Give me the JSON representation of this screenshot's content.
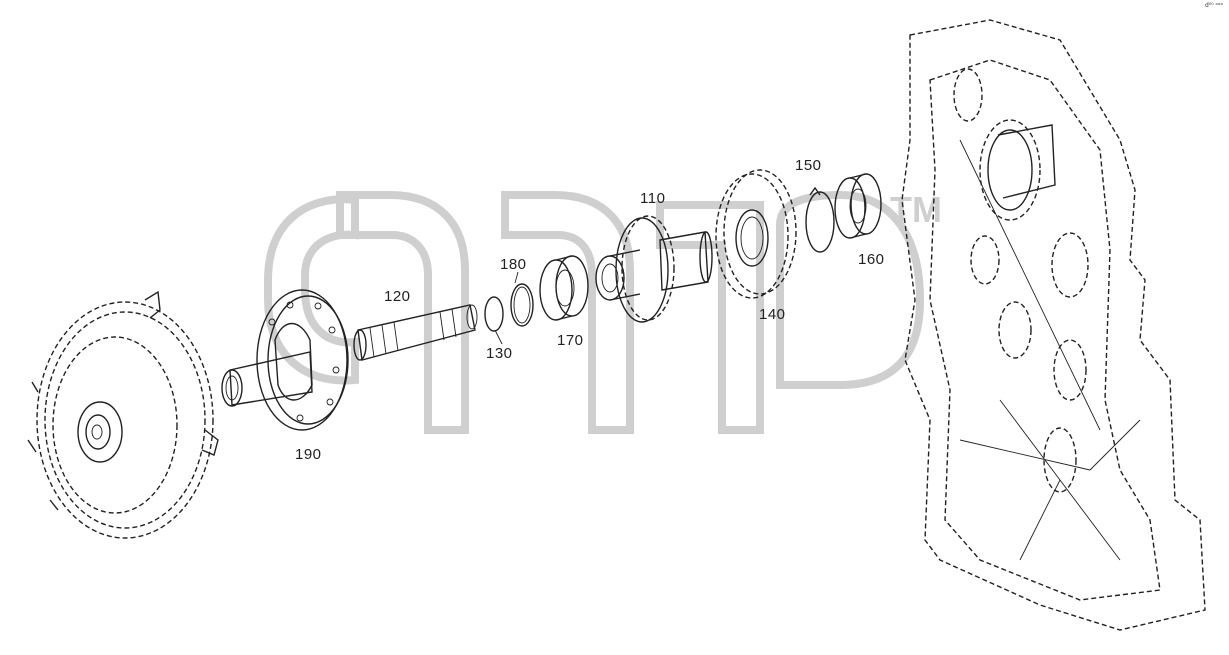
{
  "corner_mark": "d⁰⁰ ᵒᵒᵒ",
  "watermark_mark": "TM",
  "labels": {
    "p110": "110",
    "p120": "120",
    "p130": "130",
    "p140": "140",
    "p150": "150",
    "p160": "160",
    "p170": "170",
    "p180": "180",
    "p190": "190"
  }
}
